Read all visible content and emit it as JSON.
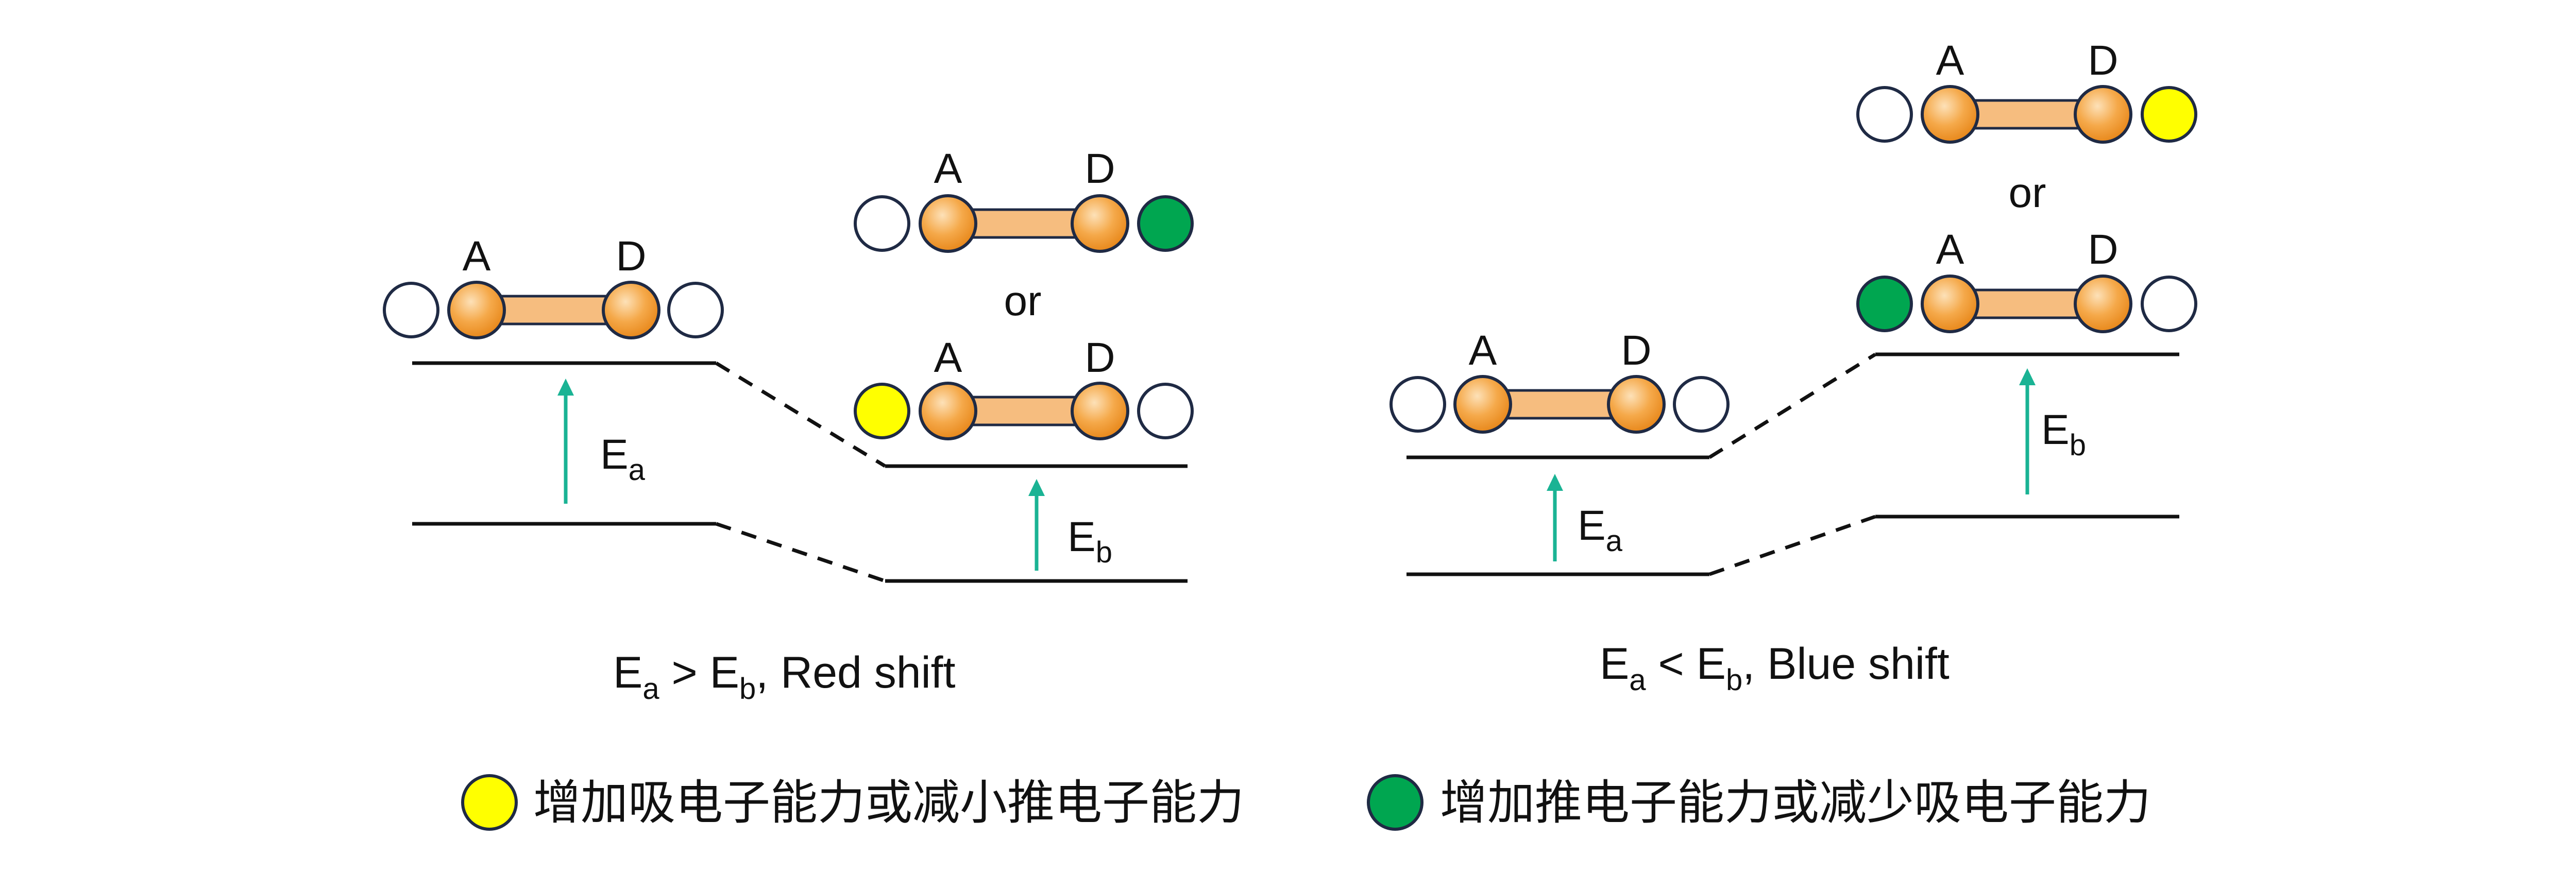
{
  "colors": {
    "acceptor_donor_ball": "#f39c34",
    "bridge": "#f6bd7f",
    "outline": "#1f2a44",
    "empty_site": "#ffffff",
    "yellow_site": "#ffff00",
    "green_site": "#00a650",
    "arrow": "#1ab394"
  },
  "molecule": {
    "acceptor_label": "A",
    "donor_label": "D"
  },
  "panels": {
    "red_shift": {
      "connector": "or",
      "gap_a": {
        "main": "E",
        "sub": "a"
      },
      "gap_b": {
        "main": "E",
        "sub": "b"
      },
      "caption": {
        "e1": "E",
        "s1": "a",
        "op": " > ",
        "e2": "E",
        "s2": "b",
        "rest": ", Red shift"
      }
    },
    "blue_shift": {
      "connector": "or",
      "gap_a": {
        "main": "E",
        "sub": "a"
      },
      "gap_b": {
        "main": "E",
        "sub": "b"
      },
      "caption": {
        "e1": "E",
        "s1": "a",
        "op": " < ",
        "e2": "E",
        "s2": "b",
        "rest": ", Blue shift"
      }
    }
  },
  "legend": [
    {
      "color": "yellow",
      "text": "增加吸电子能力或减小推电子能力"
    },
    {
      "color": "green",
      "text": "增加推电子能力或减少吸电子能力"
    }
  ]
}
